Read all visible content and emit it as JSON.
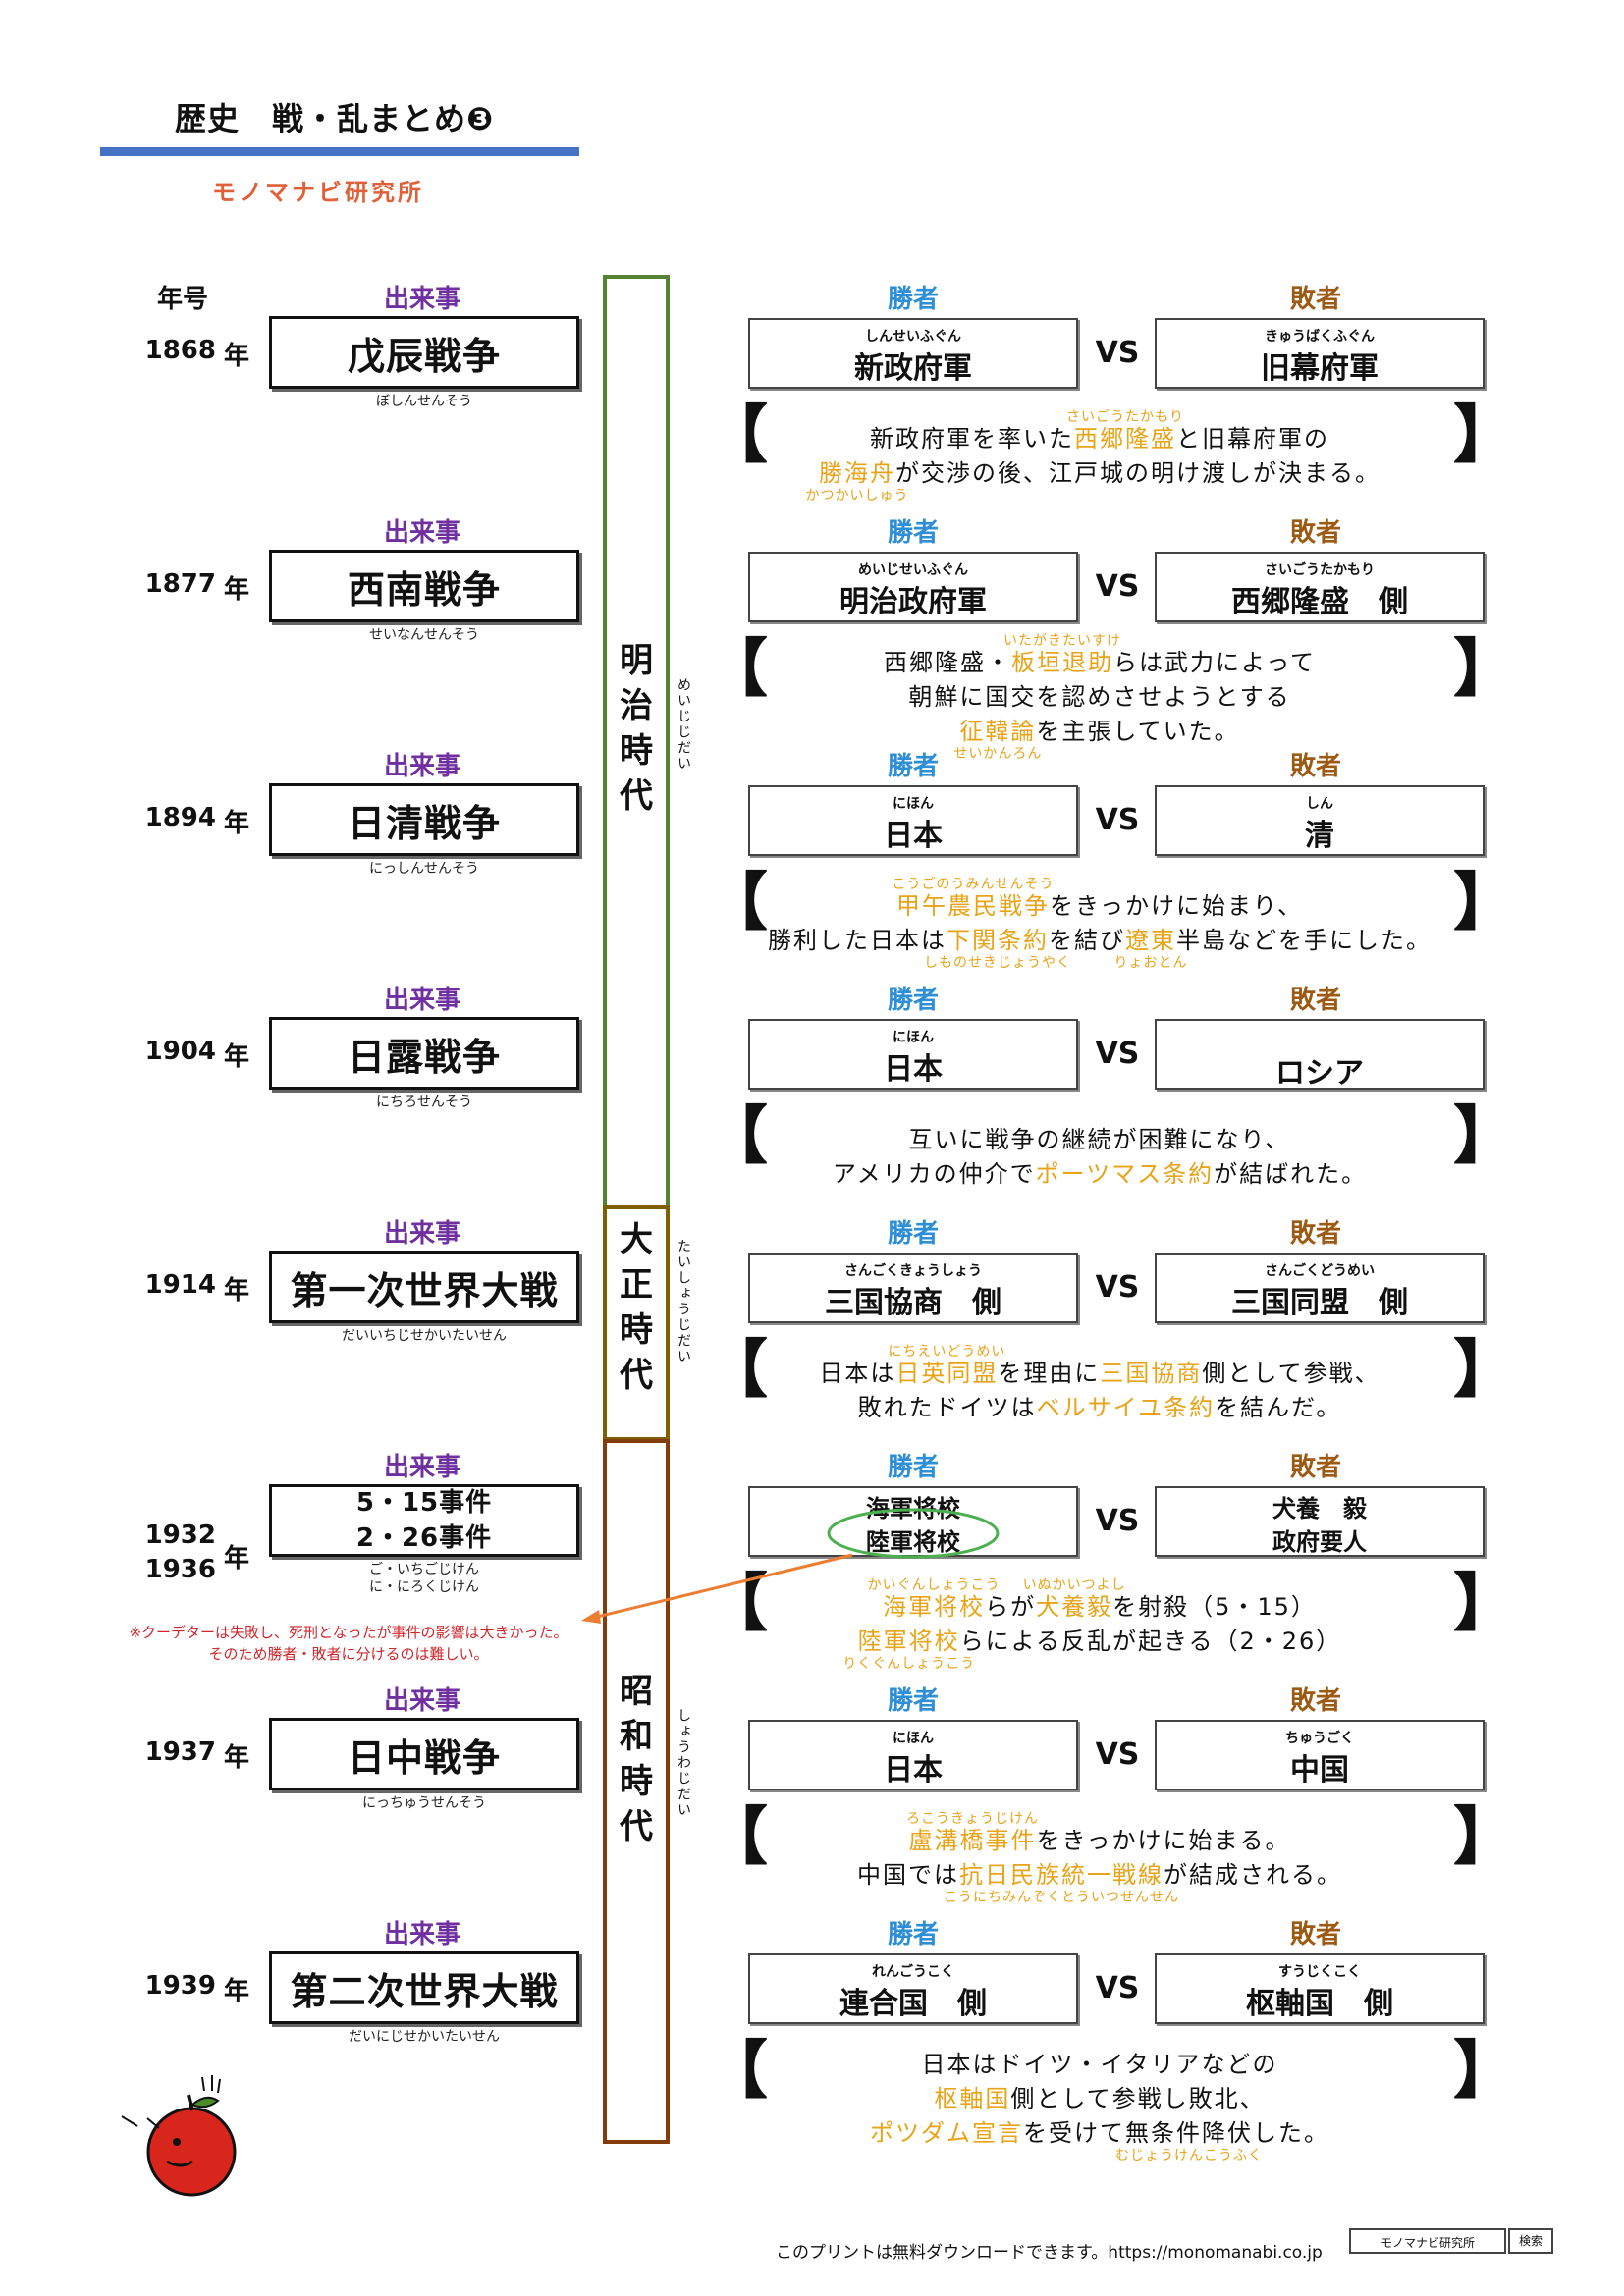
{
  "header": {
    "title": "歴史　戦・乱まとめ❸",
    "logo": "モノマナビ研究所"
  },
  "columns": {
    "year": "年号",
    "event": "出来事",
    "winner": "勝者",
    "loser": "敗者",
    "vs": "VS",
    "nen": "年"
  },
  "eras": [
    {
      "name": "明治時代",
      "ruby": "めいじじだい",
      "color": "#548235"
    },
    {
      "name": "大正時代",
      "ruby": "たいしょうじだい",
      "color": "#7f6000"
    },
    {
      "name": "昭和時代",
      "ruby": "しょうわじだい",
      "color": "#843c0c"
    }
  ],
  "events": [
    {
      "year": "1868",
      "name": "戊辰戦争",
      "ruby": "ぼしんせんそう",
      "winner": {
        "ruby": "しんせいふぐん",
        "name": "新政府軍"
      },
      "loser": {
        "ruby": "きゅうばくふぐん",
        "name": "旧幕府軍"
      },
      "desc": [
        [
          {
            "t": "新政府軍を率いた"
          },
          {
            "t": "西郷隆盛",
            "hl": true,
            "f": "さいごうたかもり"
          },
          {
            "t": "と旧幕府軍の"
          }
        ],
        [
          {
            "t": "勝海舟",
            "hl": true,
            "fb": "かつかいしゅう"
          },
          {
            "t": "が交渉の後、江戸城の明け渡しが決まる。"
          }
        ]
      ]
    },
    {
      "year": "1877",
      "name": "西南戦争",
      "ruby": "せいなんせんそう",
      "winner": {
        "ruby": "めいじせいふぐん",
        "name": "明治政府軍"
      },
      "loser": {
        "ruby": "さいごうたかもり",
        "name": "西郷隆盛　側"
      },
      "desc": [
        [
          {
            "t": "西郷隆盛・"
          },
          {
            "t": "板垣退助",
            "hl": true,
            "f": "いたがきたいすけ"
          },
          {
            "t": "らは武力によって"
          }
        ],
        [
          {
            "t": "朝鮮に国交を認めさせようとする"
          }
        ],
        [
          {
            "t": "征韓論",
            "hl": true,
            "fb": "せいかんろん"
          },
          {
            "t": "を主張していた。"
          }
        ]
      ]
    },
    {
      "year": "1894",
      "name": "日清戦争",
      "ruby": "にっしんせんそう",
      "winner": {
        "ruby": "にほん",
        "name": "日本"
      },
      "loser": {
        "ruby": "しん",
        "name": "清"
      },
      "desc": [
        [
          {
            "t": "甲午農民戦争",
            "hl": true,
            "f": "こうごのうみんせんそう"
          },
          {
            "t": "をきっかけに始まり、"
          }
        ],
        [
          {
            "t": "勝利した日本は"
          },
          {
            "t": "下関条約",
            "hl": true,
            "fb": "しものせきじょうやく"
          },
          {
            "t": "を結び"
          },
          {
            "t": "遼東",
            "hl": true,
            "fb": "りょおとん"
          },
          {
            "t": "半島などを手にした。"
          }
        ]
      ]
    },
    {
      "year": "1904",
      "name": "日露戦争",
      "ruby": "にちろせんそう",
      "winner": {
        "ruby": "にほん",
        "name": "日本"
      },
      "loser": {
        "ruby": "",
        "name": "ロシア"
      },
      "desc": [
        [
          {
            "t": "互いに戦争の継続が困難になり、"
          }
        ],
        [
          {
            "t": "アメリカの仲介で"
          },
          {
            "t": "ポーツマス条約",
            "hl": true
          },
          {
            "t": "が結ばれた。"
          }
        ]
      ]
    },
    {
      "year": "1914",
      "name": "第一次世界大戦",
      "ruby": "だいいちじせかいたいせん",
      "winner": {
        "ruby": "さんごくきょうしょう",
        "name": "三国協商　側"
      },
      "loser": {
        "ruby": "さんごくどうめい",
        "name": "三国同盟　側"
      },
      "desc": [
        [
          {
            "t": "日本は"
          },
          {
            "t": "日英同盟",
            "hl": true,
            "f": "にちえいどうめい"
          },
          {
            "t": "を理由に"
          },
          {
            "t": "三国協商",
            "hl": true
          },
          {
            "t": "側として参戦、"
          }
        ],
        [
          {
            "t": "敗れたドイツは"
          },
          {
            "t": "ベルサイユ条約",
            "hl": true
          },
          {
            "t": "を結んだ。"
          }
        ]
      ]
    },
    {
      "year": "1932",
      "year2": "1936",
      "name": "5・15事件",
      "name2": "2・26事件",
      "ruby": "ご・いちごじけん",
      "ruby2": "に・にろくじけん",
      "winner": {
        "line1": "海軍将校",
        "line2": "陸軍将校"
      },
      "loser": {
        "line1": "犬養　毅",
        "line2": "政府要人"
      },
      "desc": [
        [
          {
            "t": "海軍将校",
            "hl": true,
            "f": "かいぐんしょうこう"
          },
          {
            "t": "らが"
          },
          {
            "t": "犬養毅",
            "hl": true,
            "f": "いぬかいつよし"
          },
          {
            "t": "を射殺（5・15）"
          }
        ],
        [
          {
            "t": "陸軍将校",
            "hl": true,
            "fb": "りくぐんしょうこう"
          },
          {
            "t": "らによる反乱が起きる（2・26）"
          }
        ]
      ]
    },
    {
      "year": "1937",
      "name": "日中戦争",
      "ruby": "にっちゅうせんそう",
      "winner": {
        "ruby": "にほん",
        "name": "日本"
      },
      "loser": {
        "ruby": "ちゅうごく",
        "name": "中国"
      },
      "desc": [
        [
          {
            "t": "盧溝橋事件",
            "hl": true,
            "f": "ろこうきょうじけん"
          },
          {
            "t": "をきっかけに始まる。"
          }
        ],
        [
          {
            "t": "中国では"
          },
          {
            "t": "抗日民族統一戦線",
            "hl": true,
            "fb": "こうにちみんぞくとういつせんせん"
          },
          {
            "t": "が結成される。"
          }
        ]
      ]
    },
    {
      "year": "1939",
      "name": "第二次世界大戦",
      "ruby": "だいにじせかいたいせん",
      "winner": {
        "ruby": "れんごうこく",
        "name": "連合国　側"
      },
      "loser": {
        "ruby": "すうじくこく",
        "name": "枢軸国　側"
      },
      "desc": [
        [
          {
            "t": "日本はドイツ・イタリアなどの"
          }
        ],
        [
          {
            "t": "枢軸国",
            "hl": true
          },
          {
            "t": "側として参戦し敗北、"
          }
        ],
        [
          {
            "t": "ポツダム宣言",
            "hl": true
          },
          {
            "t": "を受けて"
          },
          {
            "t": "無条件降伏",
            "fb": "むじょうけんこうふく"
          },
          {
            "t": "した。"
          }
        ]
      ]
    }
  ],
  "note": [
    "※クーデターは失敗し、死刑となったが事件の影響は大きかった。",
    "そのため勝者・敗者に分けるのは難しい。"
  ],
  "footer": {
    "text": "このプリントは無料ダウンロードできます。https://monomanabi.co.jp",
    "search_box": "モノマナビ研究所",
    "search_button": "検索"
  }
}
